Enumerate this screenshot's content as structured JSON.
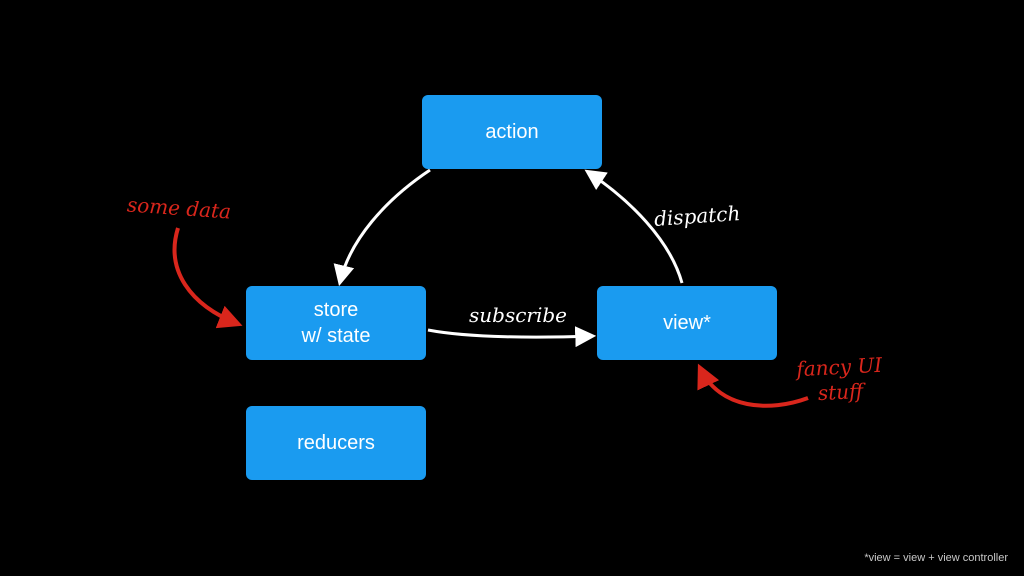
{
  "colors": {
    "background": "#000000",
    "node_fill": "#1a9bf0",
    "arrow_white": "#ffffff",
    "annotation_red": "#d9261c"
  },
  "nodes": {
    "action": {
      "label": "action"
    },
    "store": {
      "label_line1": "store",
      "label_line2": "w/ state"
    },
    "view": {
      "label": "view*"
    },
    "reducers": {
      "label": "reducers"
    }
  },
  "edges": {
    "dispatch": {
      "label": "dispatch",
      "from": "view",
      "to": "action"
    },
    "subscribe": {
      "label": "subscribe",
      "from": "store",
      "to": "view"
    },
    "action_to_store": {
      "label": "",
      "from": "action",
      "to": "store"
    }
  },
  "annotations": {
    "some_data": {
      "label": "some data",
      "points_to": "store"
    },
    "fancy_ui": {
      "line1": "fancy UI",
      "line2": "stuff",
      "points_to": "view"
    }
  },
  "footnote": "*view = view + view controller"
}
